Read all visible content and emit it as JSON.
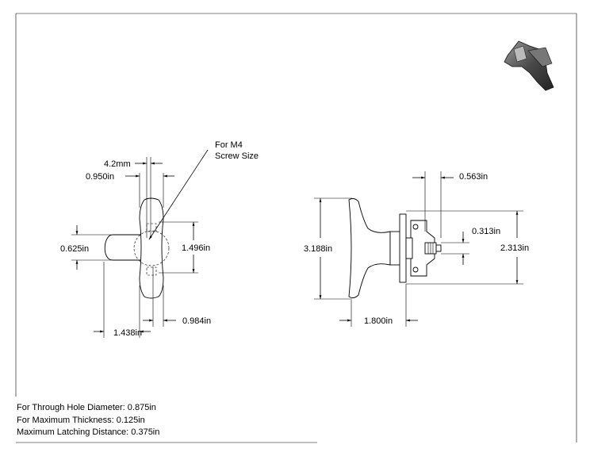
{
  "notes": [
    "For Through Hole Diameter: 0.875in",
    "For Maximum Thickness: 0.125in",
    "Maximum Latching Distance: 0.375in"
  ],
  "front_view": {
    "callout_line1": "For M4",
    "callout_line2": "Screw Size",
    "dim_4_2mm": "4.2mm",
    "dim_0_950": "0.950in",
    "dim_0_625": "0.625in",
    "dim_1_496": "1.496in",
    "dim_0_984": "0.984in",
    "dim_1_438": "1.438in"
  },
  "side_view": {
    "dim_0_563": "0.563in",
    "dim_0_313": "0.313in",
    "dim_3_188": "3.188in",
    "dim_2_313": "2.313in",
    "dim_1_800": "1.800in"
  }
}
